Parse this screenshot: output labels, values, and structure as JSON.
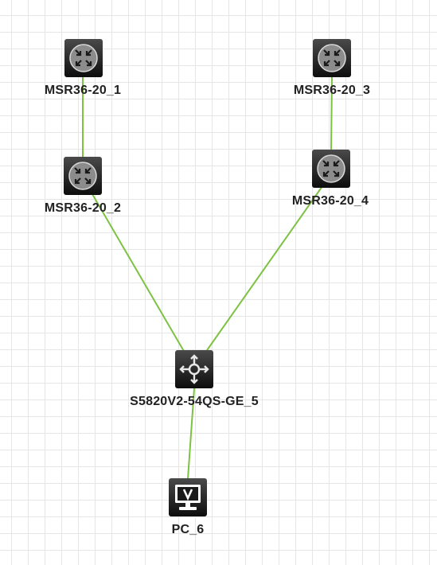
{
  "diagram": {
    "link_color": "#7dc242",
    "devices": {
      "r1": {
        "label": "MSR36-20_1",
        "type": "router",
        "icon": "router-icon"
      },
      "r2": {
        "label": "MSR36-20_2",
        "type": "router",
        "icon": "router-icon"
      },
      "r3": {
        "label": "MSR36-20_3",
        "type": "router",
        "icon": "router-icon"
      },
      "r4": {
        "label": "MSR36-20_4",
        "type": "router",
        "icon": "router-icon"
      },
      "sw": {
        "label": "S5820V2-54QS-GE_5",
        "type": "switch",
        "icon": "l3-switch-icon"
      },
      "pc": {
        "label": "PC_6",
        "type": "pc",
        "icon": "pc-monitor-icon"
      }
    },
    "links": [
      {
        "from": "MSR36-20_1",
        "to": "MSR36-20_2"
      },
      {
        "from": "MSR36-20_3",
        "to": "MSR36-20_4"
      },
      {
        "from": "MSR36-20_2",
        "to": "S5820V2-54QS-GE_5"
      },
      {
        "from": "MSR36-20_4",
        "to": "S5820V2-54QS-GE_5"
      },
      {
        "from": "S5820V2-54QS-GE_5",
        "to": "PC_6"
      }
    ]
  }
}
